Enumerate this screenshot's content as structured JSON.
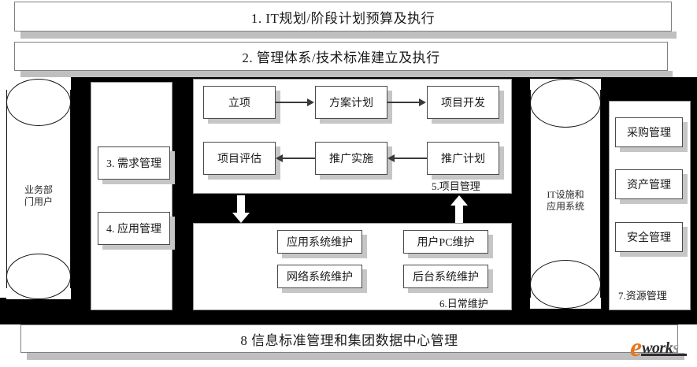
{
  "diagram": {
    "title_bars": [
      {
        "id": "bar-1",
        "label": "1. IT规划/阶段计划预算及执行"
      },
      {
        "id": "bar-2",
        "label": "2. 管理体系/技术标准建立及执行"
      }
    ],
    "bottom_bar": {
      "id": "bar-8",
      "label": "8  信息标准管理和集团数据中心管理"
    },
    "left_cylinder": {
      "id": "actor-business-users",
      "label_line1": "业务部",
      "label_line2": "门用户"
    },
    "right_cylinder": {
      "id": "actor-it-systems",
      "label_line1": "IT设施和",
      "label_line2": "应用系统"
    },
    "left_column": {
      "id": "column-demand-application",
      "items": [
        {
          "id": "item-3",
          "label": "3. 需求管理"
        },
        {
          "id": "item-4",
          "label": "4. 应用管理"
        }
      ]
    },
    "project_panel": {
      "id": "panel-project-management",
      "caption": "5.项目管理",
      "row_top": [
        {
          "id": "proj-1",
          "label": "立项"
        },
        {
          "id": "proj-2",
          "label": "方案计划"
        },
        {
          "id": "proj-3",
          "label": "项目开发"
        }
      ],
      "row_bottom": [
        {
          "id": "proj-6",
          "label": "项目评估"
        },
        {
          "id": "proj-5",
          "label": "推广实施"
        },
        {
          "id": "proj-4",
          "label": "推广计划"
        }
      ]
    },
    "maintenance_panel": {
      "id": "panel-daily-maintenance",
      "caption": "6.日常维护",
      "items": [
        {
          "id": "maint-app",
          "label": "应用系统维护"
        },
        {
          "id": "maint-pc",
          "label": "用户PC维护"
        },
        {
          "id": "maint-net",
          "label": "网络系统维护"
        },
        {
          "id": "maint-backend",
          "label": "后台系统维护"
        }
      ]
    },
    "resource_panel": {
      "id": "panel-resource-management",
      "caption": "7.资源管理",
      "items": [
        {
          "id": "res-purchase",
          "label": "采购管理"
        },
        {
          "id": "res-asset",
          "label": "资产管理"
        },
        {
          "id": "res-security",
          "label": "安全管理"
        }
      ]
    },
    "watermark": {
      "e": "e",
      "work": "work",
      "s": "s"
    },
    "colors": {
      "background": "#ffffff",
      "backdrop": "#000000",
      "box_border": "#4a4a4a",
      "box_shadow": "#c6c6c6",
      "banner_shadow": "#bfbfbf",
      "arrow": "#3a3a3a",
      "watermark_orange": "#e8761f"
    }
  }
}
